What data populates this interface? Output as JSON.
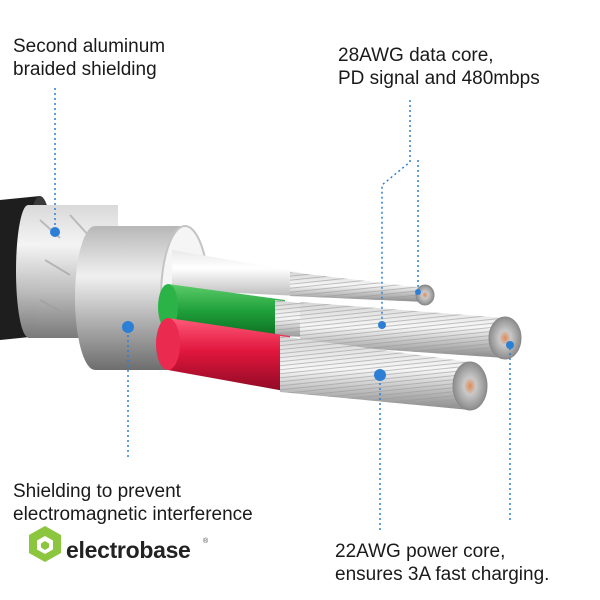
{
  "labels": {
    "top_left": [
      "Second aluminum",
      "braided shielding"
    ],
    "top_right": [
      "28AWG data core,",
      "PD signal and 480mbps"
    ],
    "bottom_left": [
      "Shielding to prevent",
      "electromagnetic interference"
    ],
    "bottom_right": [
      "22AWG power core,",
      "ensures 3A fast charging."
    ]
  },
  "brand": {
    "name": "electrobase",
    "registered_mark": "®"
  },
  "colors": {
    "callout_dot": "#2d7fd6",
    "callout_line": "#2d7fd6",
    "logo_green": "#8cc63f",
    "core_green": "#1fa03a",
    "core_red": "#e0163d",
    "core_white": "#f2f2f2"
  }
}
